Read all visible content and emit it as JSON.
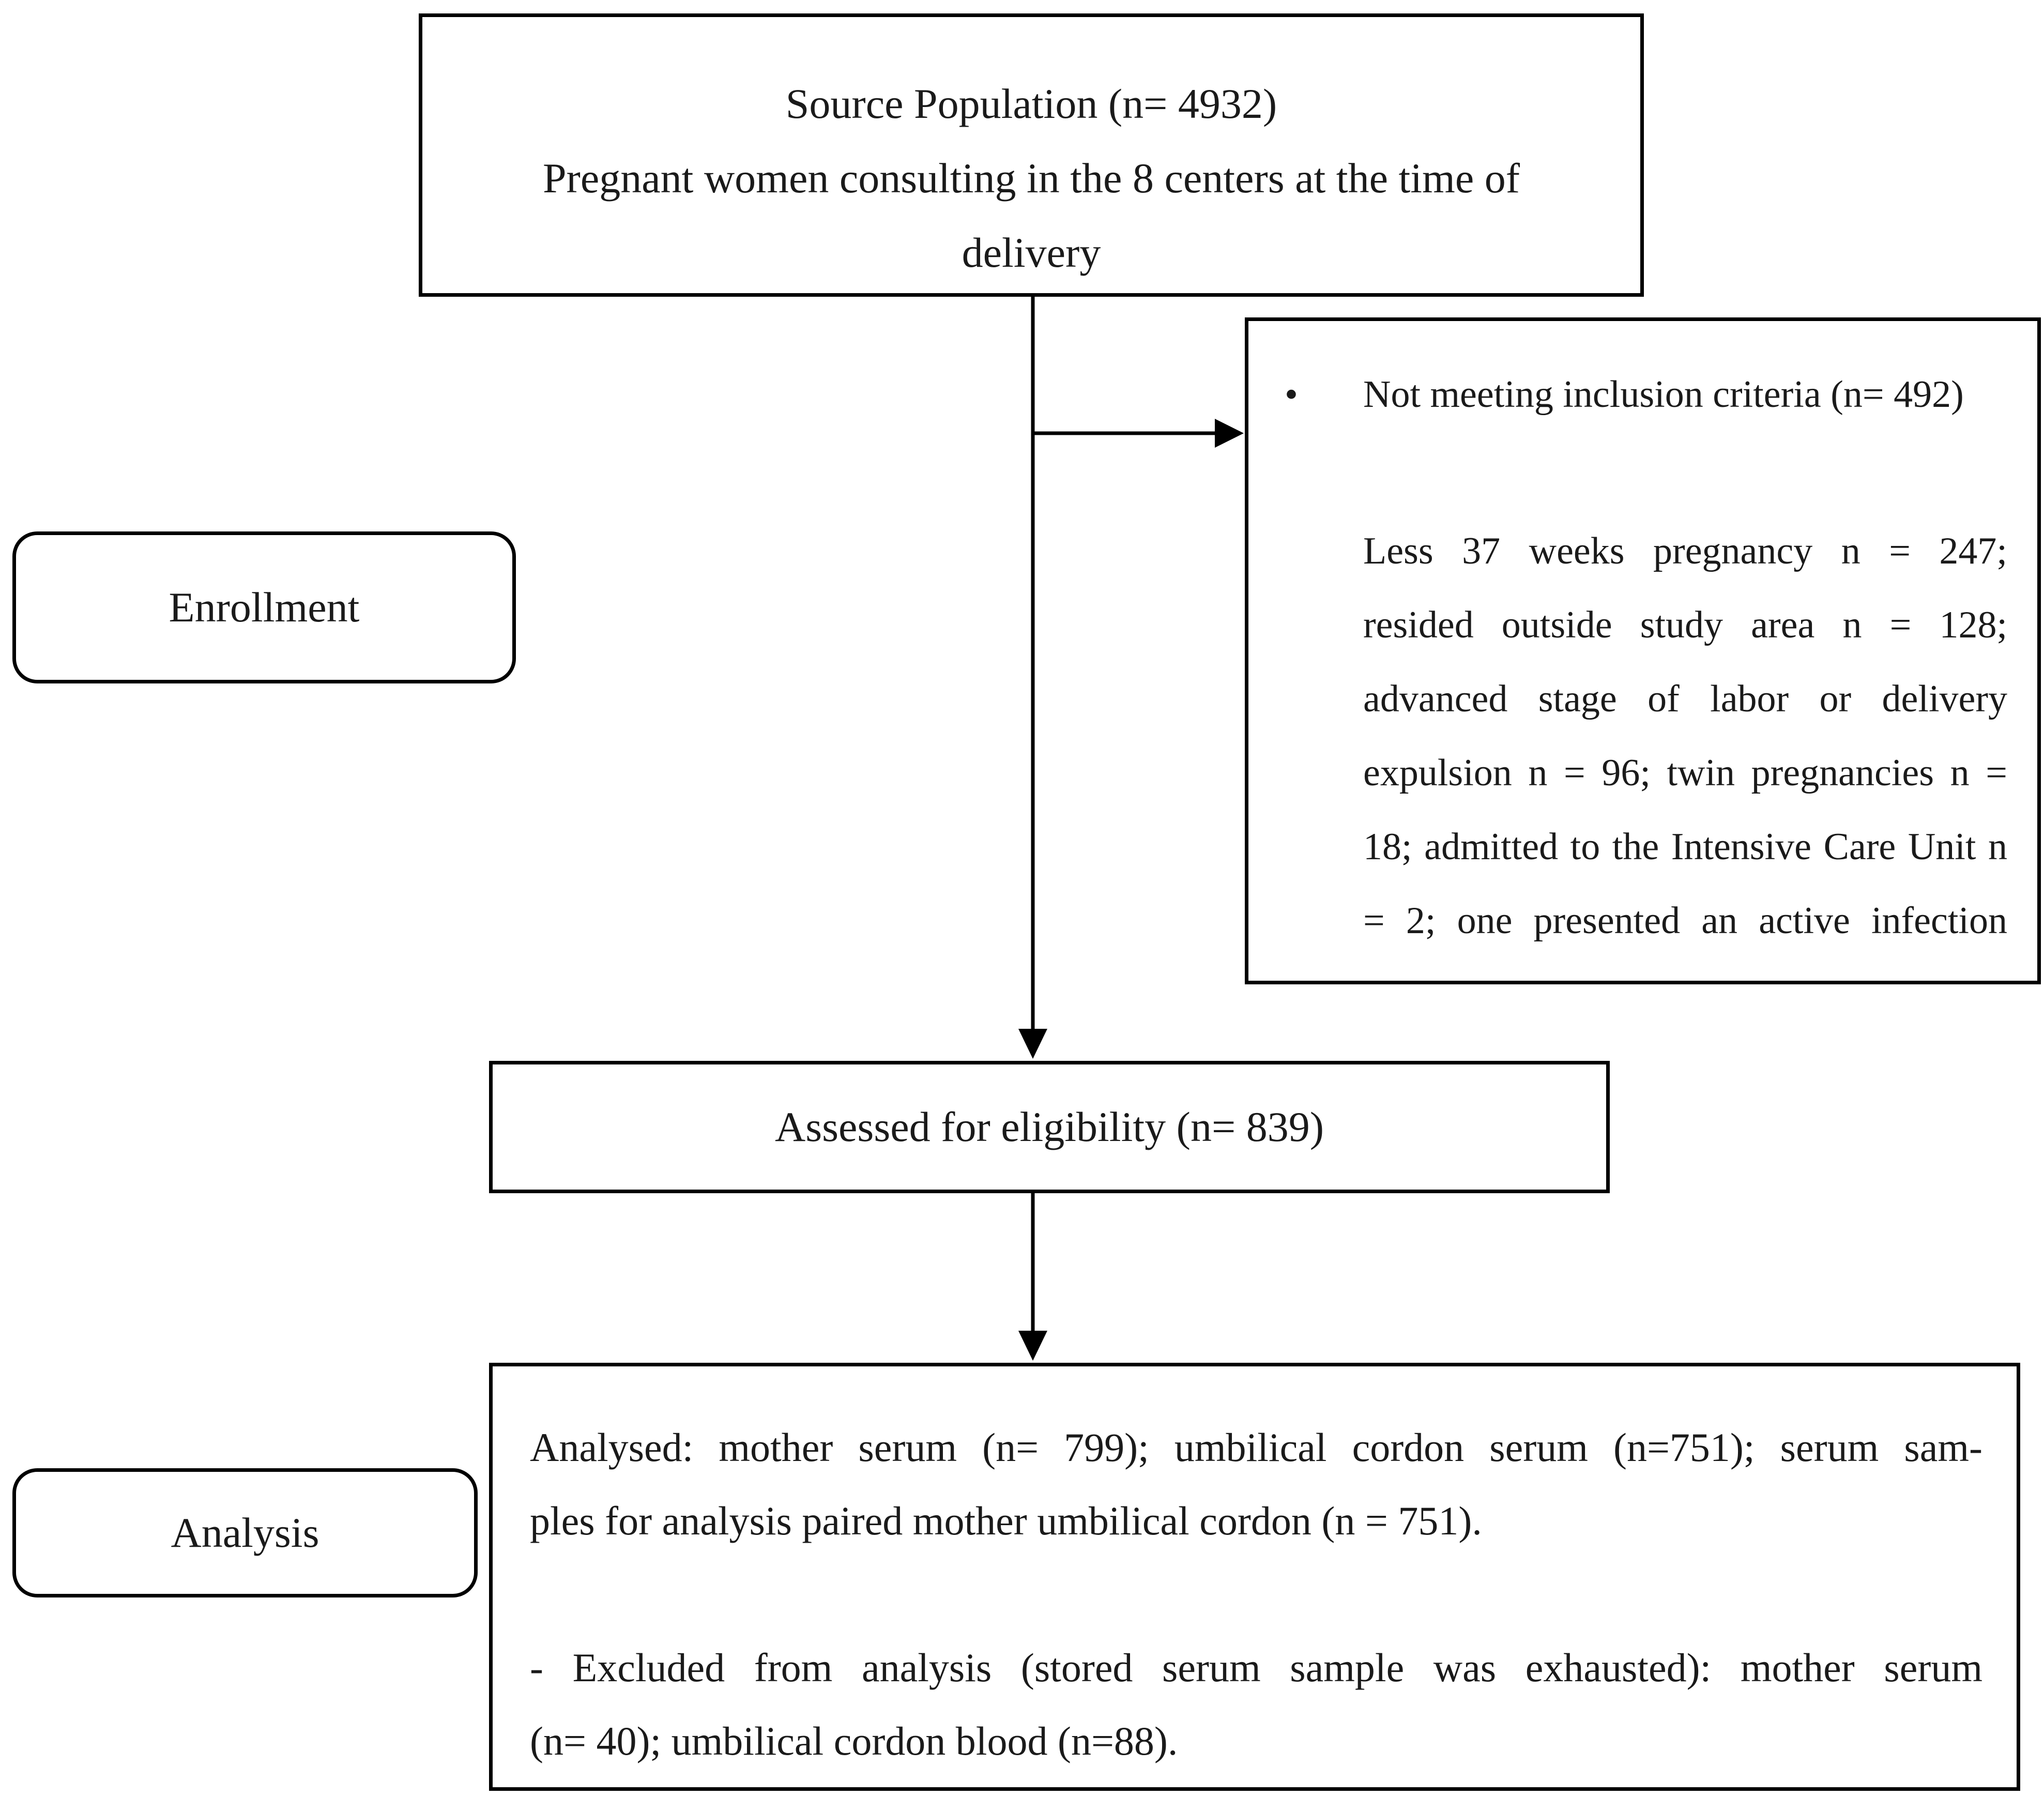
{
  "source": {
    "line1": "Source Population (n= 4932)",
    "line2": "Pregnant women consulting in the 8 centers at the time of",
    "line3": "delivery"
  },
  "exclusion": {
    "bullet": "•",
    "heading": "Not meeting inclusion criteria (n= 492)",
    "lines": [
      "Less 37 weeks pregnancy n = 247;",
      "resided outside study area n = 128;",
      "advanced stage of labor or delivery",
      "expulsion n = 96; twin pregnancies n =",
      "18; admitted to the Intensive Care Unit n",
      "= 2; one presented an active infection"
    ]
  },
  "eligibility": {
    "label": "Assessed for eligibility (n= 839)"
  },
  "analysis_box": {
    "lines": [
      "Analysed: mother serum (n= 799); umbilical cordon serum (n=751); serum sam-",
      "ples for analysis paired mother umbilical cordon (n = 751).",
      "- Excluded from analysis (stored serum sample was exhausted): mother serum",
      "(n= 40); umbilical cordon blood (n=88)."
    ]
  },
  "stages": {
    "enrollment": "Enrollment",
    "analysis": "Analysis"
  }
}
